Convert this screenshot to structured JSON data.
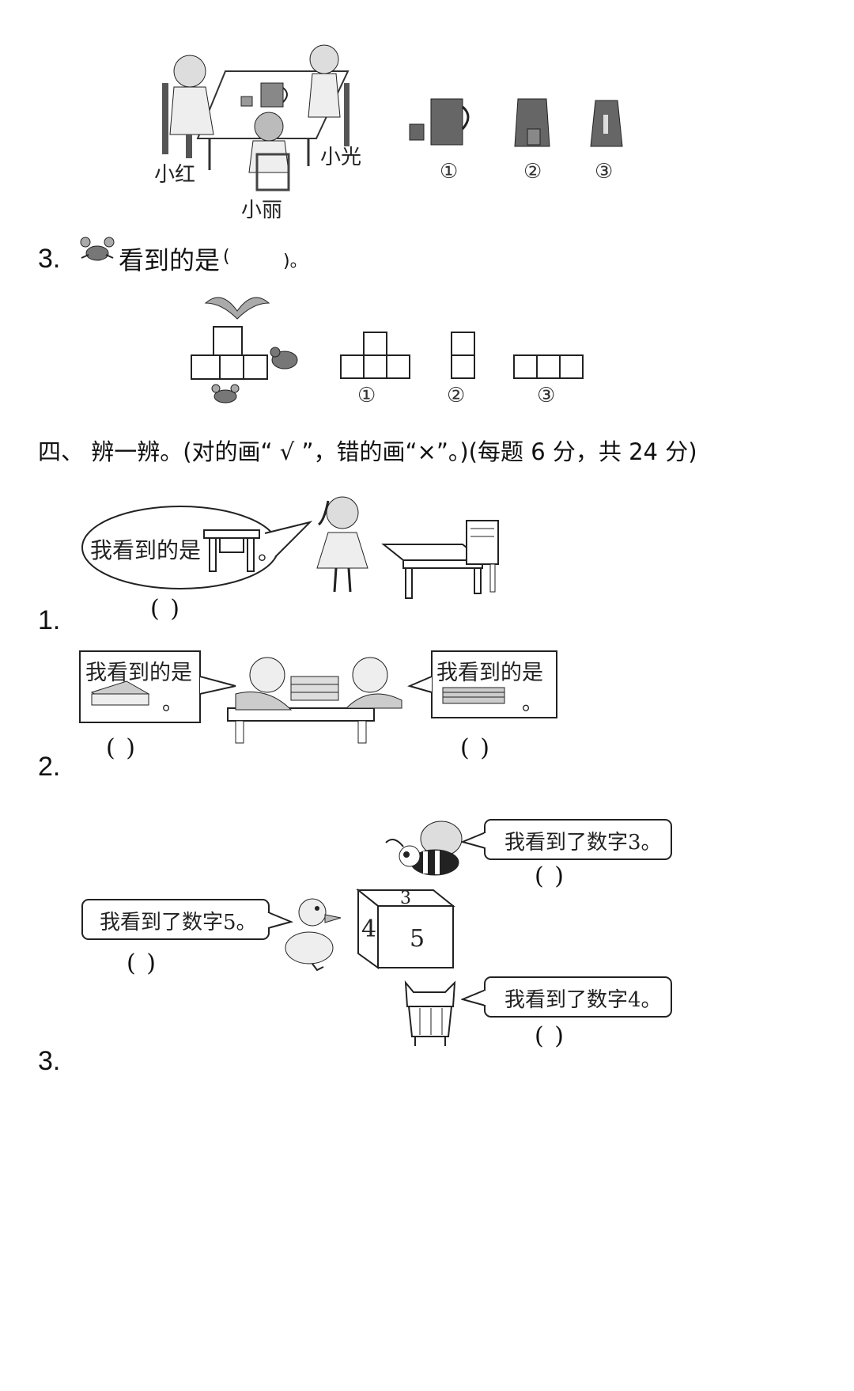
{
  "top_figure": {
    "labels": {
      "xiaohong": "小红",
      "xiaoguang": "小光",
      "xiaoli": "小丽"
    },
    "options": [
      "①",
      "②",
      "③"
    ]
  },
  "q3": {
    "number": "3.",
    "text": "看到的是",
    "paren_open": "(",
    "paren_close": ")。",
    "options": [
      "①",
      "②",
      "③"
    ]
  },
  "section4": {
    "title": "四、 辨一辨。(对的画“ √ ”，错的画“×”。)(每题 6 分，共 24 分)"
  },
  "item1": {
    "number": "1.",
    "bubble": "我看到的是",
    "bubble_end": "。",
    "paren": "(       )"
  },
  "item2": {
    "number": "2.",
    "left_box": "我看到的是",
    "right_box": "我看到的是",
    "dot": "。",
    "paren_left": "(      )",
    "paren_right": "(      )"
  },
  "item3": {
    "number": "3.",
    "bee_bubble": "我看到了数字3。",
    "duck_bubble": "我看到了数字5。",
    "cat_bubble": "我看到了数字4。",
    "paren": "(         )",
    "cube_top": "3",
    "cube_left": "4",
    "cube_front": "5"
  }
}
